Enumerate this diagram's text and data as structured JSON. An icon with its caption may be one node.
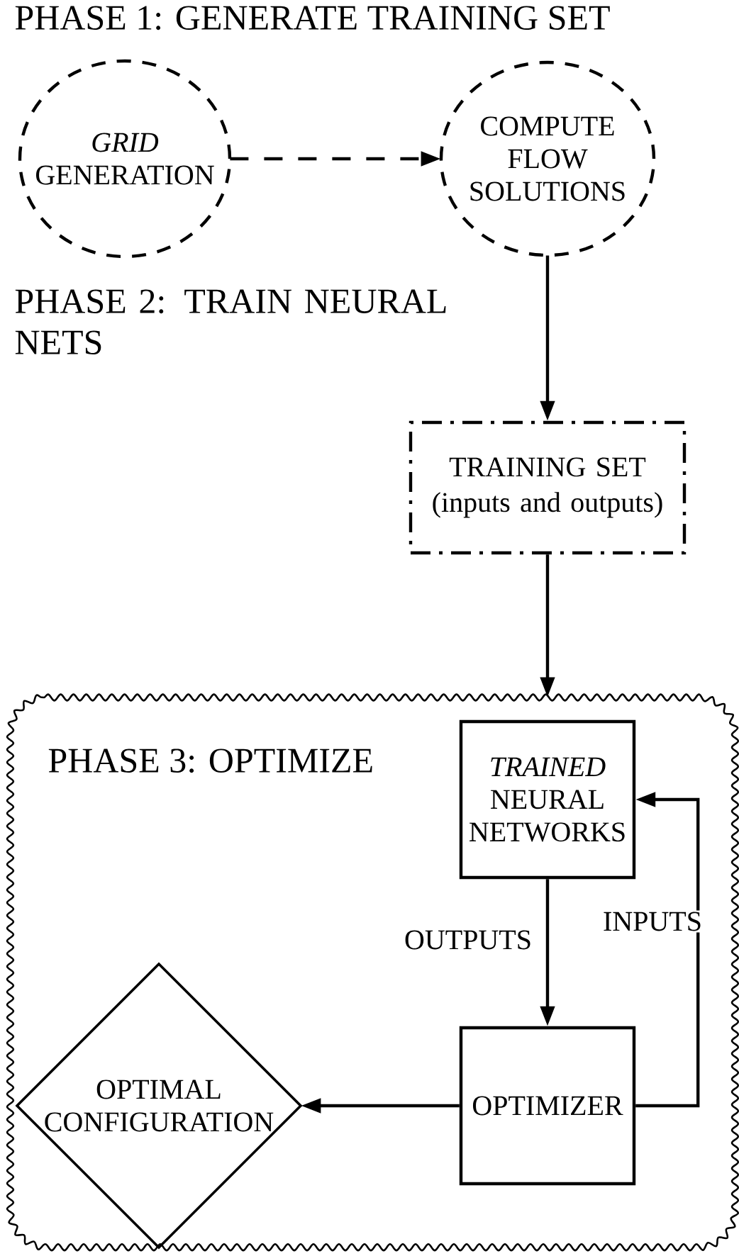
{
  "diagram": {
    "nodes": [
      {
        "text": [
          "*GRID* GENERATION"
        ]
      },
      {
        "text": [
          "COMPUTE FLOW SOLUTIONS"
        ]
      },
      {
        "text": [
          "TRAINING SET",
          "(inputs and outputs)"
        ]
      },
      {
        "text": [
          "PHASE 3: OPTIMIZE"
        ]
      },
      {
        "text": [
          "*TRAINED* NEURAL NETWORKS"
        ],
        "in": 3
      },
      {
        "text": [
          "OPTIMIZER"
        ],
        "in": 3
      },
      {
        "text": [
          "OPTIMAL CONFIGURATION"
        ],
        "in": 3
      }
    ],
    "edges": [
      {
        "from": 0,
        "to": 1,
        "arrow": "to",
        "style": "dashed"
      },
      {
        "from": 1,
        "to": 2,
        "arrow": "to"
      },
      {
        "from": 2,
        "to": 3,
        "arrow": "to"
      },
      {
        "from": 4,
        "to": 5,
        "arrow": "to",
        "label": "OUTPUTS"
      },
      {
        "from": 5,
        "to": 4,
        "arrow": "to",
        "label": "INPUTS"
      },
      {
        "from": 5,
        "to": 6,
        "arrow": "to"
      }
    ],
    "labels": [
      "PHASE 1: GENERATE TRAINING SET",
      "PHASE 2: TRAIN NEURAL NETS"
    ]
  }
}
